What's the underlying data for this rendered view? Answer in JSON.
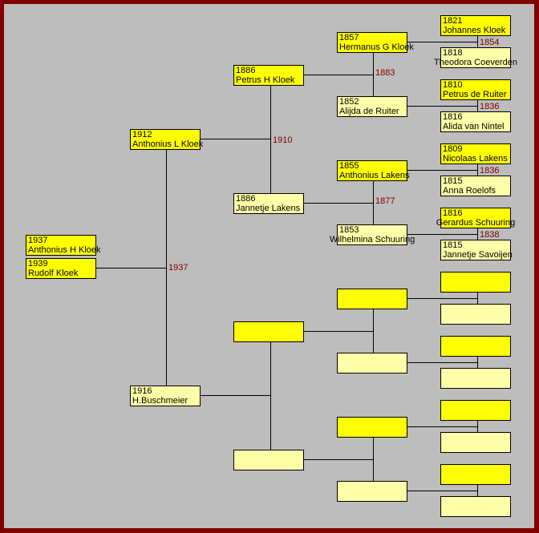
{
  "colors": {
    "male": "#ffff00",
    "female": "#ffffa8",
    "marriage_year": "#800000",
    "border": "#800000"
  },
  "generations": [
    [
      {
        "year": "1937",
        "name": "Anthonius H Kloek",
        "sex": "male"
      },
      {
        "year": "1939",
        "name": "Rudolf Kloek",
        "sex": "male"
      }
    ],
    [
      {
        "year": "1912",
        "name": "Anthonius L Kloek",
        "sex": "male"
      },
      {
        "year": "1916",
        "name": "H.Buschmeier",
        "sex": "female"
      }
    ],
    [
      {
        "year": "1886",
        "name": "Petrus H Kloek",
        "sex": "male"
      },
      {
        "year": "1886",
        "name": "Jannetje Lakens",
        "sex": "female"
      },
      {
        "year": "",
        "name": "",
        "sex": "male"
      },
      {
        "year": "",
        "name": "",
        "sex": "female"
      }
    ],
    [
      {
        "year": "1857",
        "name": "Hermanus G Kloek",
        "sex": "male"
      },
      {
        "year": "1852",
        "name": "Alijda de Ruiter",
        "sex": "female"
      },
      {
        "year": "1855",
        "name": "Anthonius Lakens",
        "sex": "male"
      },
      {
        "year": "1853",
        "name": "Wilhelmina Schuuring",
        "sex": "female"
      },
      {
        "year": "",
        "name": "",
        "sex": "male"
      },
      {
        "year": "",
        "name": "",
        "sex": "female"
      },
      {
        "year": "",
        "name": "",
        "sex": "male"
      },
      {
        "year": "",
        "name": "",
        "sex": "female"
      }
    ],
    [
      {
        "year": "1821",
        "name": "Johannes Kloek",
        "sex": "male"
      },
      {
        "year": "1818",
        "name": "Theodora Coeverden",
        "sex": "female"
      },
      {
        "year": "1810",
        "name": "Petrus de Ruiter",
        "sex": "male"
      },
      {
        "year": "1816",
        "name": "Alida van Nintel",
        "sex": "female"
      },
      {
        "year": "1809",
        "name": "Nicolaas Lakens",
        "sex": "male"
      },
      {
        "year": "1815",
        "name": "Anna Roelofs",
        "sex": "female"
      },
      {
        "year": "1816",
        "name": "Gerardus Schuuring",
        "sex": "male"
      },
      {
        "year": "1815",
        "name": "Jannetje Savoijen",
        "sex": "female"
      },
      {
        "year": "",
        "name": "",
        "sex": "male"
      },
      {
        "year": "",
        "name": "",
        "sex": "female"
      },
      {
        "year": "",
        "name": "",
        "sex": "male"
      },
      {
        "year": "",
        "name": "",
        "sex": "female"
      },
      {
        "year": "",
        "name": "",
        "sex": "male"
      },
      {
        "year": "",
        "name": "",
        "sex": "female"
      },
      {
        "year": "",
        "name": "",
        "sex": "male"
      },
      {
        "year": "",
        "name": "",
        "sex": "female"
      }
    ]
  ],
  "marriages": [
    [
      "1937"
    ],
    [
      "1910",
      ""
    ],
    [
      "1883",
      "1877",
      "",
      ""
    ],
    [
      "1854",
      "1836",
      "1836",
      "1838",
      "",
      "",
      "",
      ""
    ]
  ]
}
